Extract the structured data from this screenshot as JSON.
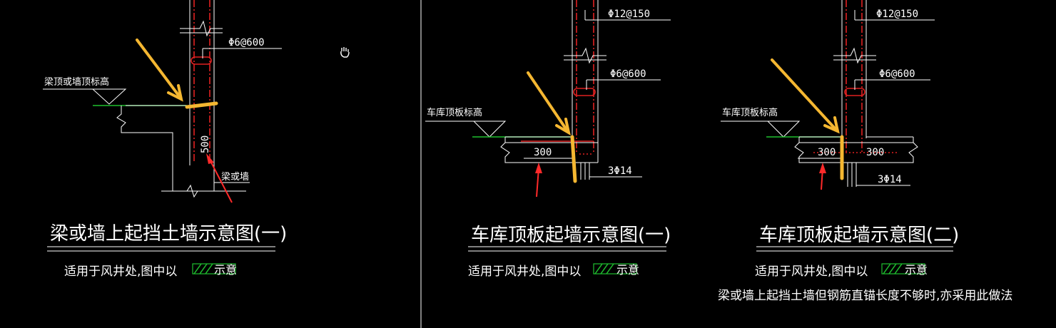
{
  "colors": {
    "background": "#000000",
    "line": "#ffffff",
    "rebar": "#e02020",
    "grade": "#1fbf2f",
    "highlight_arrow": "#f5b731",
    "pointer_arrow": "#ff2a2a"
  },
  "cursor_icon": "hand-cursor-icon",
  "panel1": {
    "title": "梁或墙上起挡土墙示意图(一)",
    "level_label": "梁顶或墙顶标高",
    "stirrup": "Φ6@600",
    "dim_500": "500",
    "wall_label": "梁或墙",
    "note": "适用于风井处,图中以",
    "legend_text": "示意"
  },
  "panel2": {
    "title": "车库顶板起墙示意图(一)",
    "level_label": "车库顶板标高",
    "rebar_main": "Φ12@150",
    "stirrup": "Φ6@600",
    "dim_300": "300",
    "bars": "3Φ14",
    "note": "适用于风井处,图中以",
    "legend_text": "示意"
  },
  "panel3": {
    "title": "车库顶板起墙示意图(二)",
    "level_label": "车库顶板标高",
    "rebar_main": "Φ12@150",
    "stirrup": "Φ6@600",
    "dim_300_left": "300",
    "dim_300_right": "300",
    "bars": "3Φ14",
    "note": "适用于风井处,图中以",
    "legend_text": "示意",
    "note2": "梁或墙上起挡土墙但钢筋直锚长度不够时,亦采用此做法"
  }
}
